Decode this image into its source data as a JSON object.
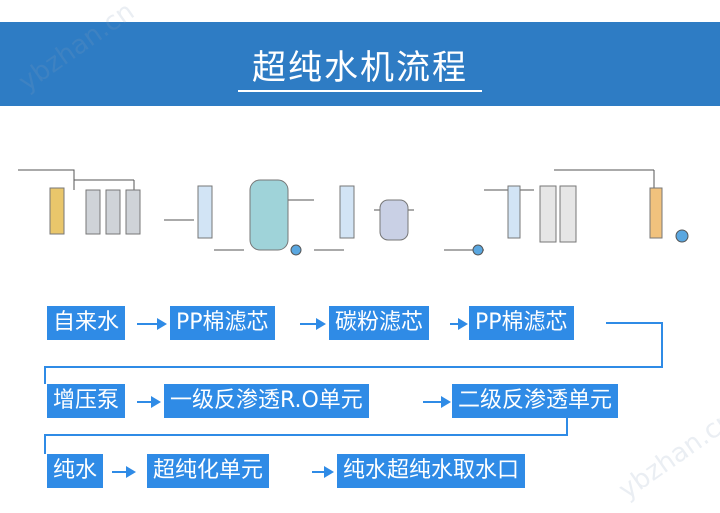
{
  "title": "超纯水机流程",
  "steps_row1": [
    "自来水",
    "PP棉滤芯",
    "碳粉滤芯",
    "PP棉滤芯"
  ],
  "steps_row2": [
    "增压泵",
    "一级反渗透R.O单元",
    "二级反渗透单元"
  ],
  "steps_row3": [
    "纯水",
    "超纯化单元",
    "纯水超纯水取水口"
  ],
  "watermark": "ybzhan.cn",
  "accent_color": "#2f8be6",
  "header_color": "#2e7cc4"
}
